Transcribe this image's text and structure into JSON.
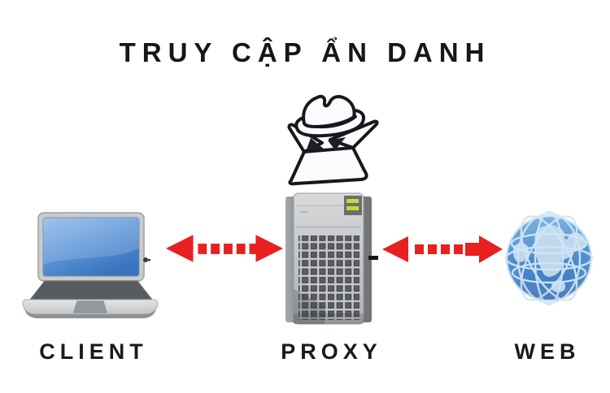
{
  "title": "TRUY CẬP ẨN DANH",
  "diagram": {
    "nodes": [
      {
        "id": "client",
        "label": "CLIENT",
        "icon": "laptop-icon"
      },
      {
        "id": "proxy",
        "label": "PROXY",
        "icon": "server-icon"
      },
      {
        "id": "web",
        "label": "WEB",
        "icon": "globe-icon"
      }
    ],
    "center_icon": "spy-incognito-icon",
    "connections": [
      {
        "from": "client",
        "to": "proxy",
        "style": "red-dashed-double-arrow"
      },
      {
        "from": "proxy",
        "to": "web",
        "style": "red-dashed-double-arrow"
      }
    ]
  },
  "colors": {
    "background": "#ffffff",
    "arrow_red": "#e8201f",
    "text": "#1a1a1a",
    "server_led": "#c8d92e",
    "laptop_screen_blue": "#4d8ad0",
    "globe_blue": "#4683c6",
    "globe_grid": "#cfe6f6"
  }
}
